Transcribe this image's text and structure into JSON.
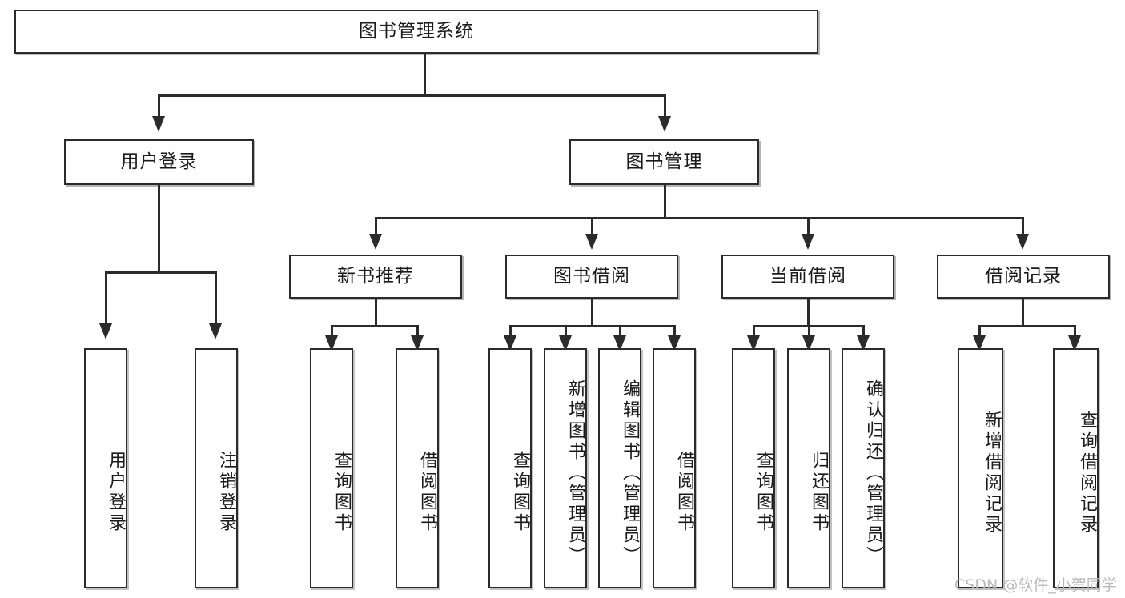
{
  "diagram": {
    "type": "tree",
    "title": "图书管理系统",
    "watermark": "CSDN @软件_小贺同学",
    "colors": {
      "background": "#ffffff",
      "border": "#2b2b2b",
      "text": "#1a1a1a",
      "shadow": "#787878",
      "watermark": "#b9b9b9"
    },
    "root": {
      "label": "图书管理系统"
    },
    "level2": [
      {
        "label": "用户登录"
      },
      {
        "label": "图书管理"
      }
    ],
    "level3": [
      {
        "label": "新书推荐"
      },
      {
        "label": "图书借阅"
      },
      {
        "label": "当前借阅"
      },
      {
        "label": "借阅记录"
      }
    ],
    "leaves": {
      "user_login": [
        {
          "label": "用户登录"
        },
        {
          "label": "注销登录"
        }
      ],
      "new_book": [
        {
          "label": "查询图书"
        },
        {
          "label": "借阅图书"
        }
      ],
      "book_borrow": [
        {
          "label": "查询图书"
        },
        {
          "label": "新增图书（管理员）"
        },
        {
          "label": "编辑图书（管理员）"
        },
        {
          "label": "借阅图书"
        }
      ],
      "current_borrow": [
        {
          "label": "查询图书"
        },
        {
          "label": "归还图书"
        },
        {
          "label": "确认归还（管理员）"
        }
      ],
      "borrow_record": [
        {
          "label": "新增借阅记录"
        },
        {
          "label": "查询借阅记录"
        }
      ]
    }
  }
}
